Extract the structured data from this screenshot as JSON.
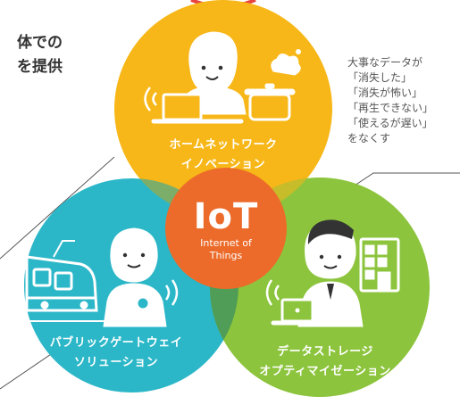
{
  "left_text": {
    "line1": "体での",
    "line2": "を提供"
  },
  "right_note": {
    "lines": [
      "大事なデータが",
      "「消失した」",
      "「消失が怖い」",
      "「再生できない」",
      "「使えるが遅い」",
      "をなくす"
    ]
  },
  "center": {
    "title": "IoT",
    "subtitle_line1": "Internet of",
    "subtitle_line2": "Things"
  },
  "circles": {
    "home": {
      "line1": "ホームネットワーク",
      "line2": "イノベーション",
      "color": "#f7b718"
    },
    "gateway": {
      "line1": "パブリックゲートウェイ",
      "line2": "ソリューション",
      "color": "#2bb7c8"
    },
    "storage": {
      "line1": "データストレージ",
      "line2": "オプティマイゼーション",
      "color": "#8cc43d"
    }
  },
  "colors": {
    "center": "#ec6b2a",
    "accent_red": "#e8433f",
    "line": "#555555"
  },
  "icons": [
    "woman-laptop-icon",
    "cooking-pot-icon",
    "train-icon",
    "person-wifi-icon",
    "building-icon",
    "businessman-laptop-icon"
  ]
}
